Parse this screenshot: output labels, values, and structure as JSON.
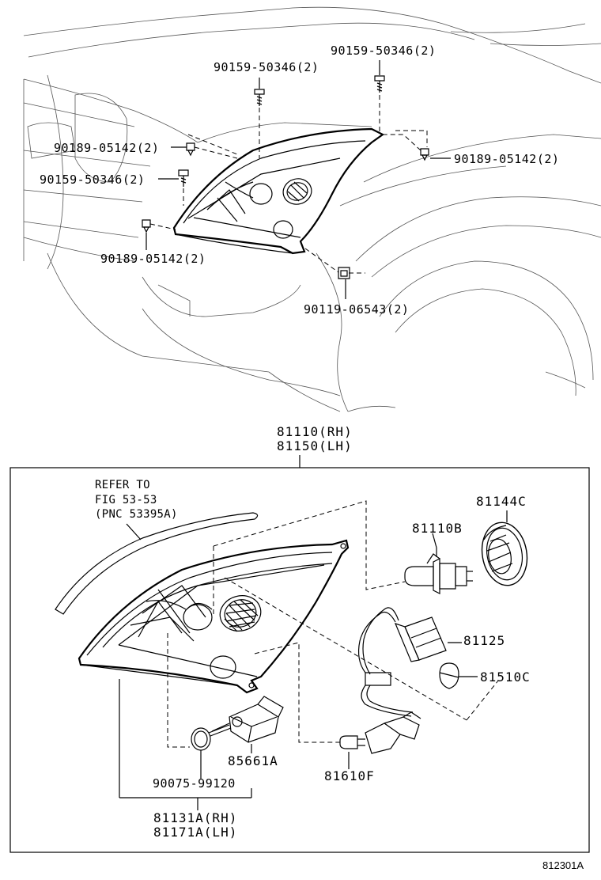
{
  "callouts": {
    "bolt_top_right": "90159-50346(2)",
    "bolt_top_center": "90159-50346(2)",
    "screw_upper_left": "90189-05142(2)",
    "screw_right": "90189-05142(2)",
    "bolt_left": "90159-50346(2)",
    "screw_lower_left": "90189-05142(2)",
    "nut_clip": "90119-06543(2)"
  },
  "assembly": {
    "headlamp_rh": "81110(RH)",
    "headlamp_lh": "81150(LH)"
  },
  "detail": {
    "refer_line1": "REFER TO",
    "refer_line2": "FIG  53-53",
    "refer_line3": "(PNC 53395A)",
    "cover": "81144C",
    "bulb_main": "81110B",
    "socket": "81125",
    "bulb_wedge": "81510C",
    "actuator": "85661A",
    "oring": "90075-99120",
    "bulb_small": "81610F",
    "sub_rh": "81131A(RH)",
    "sub_lh": "81171A(LH)"
  },
  "footer": {
    "figure_code": "812301A"
  }
}
